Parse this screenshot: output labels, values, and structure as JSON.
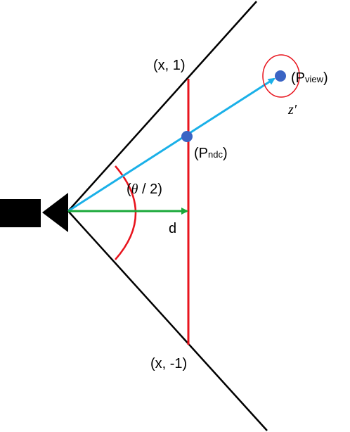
{
  "labels": {
    "top_point": "(x, 1)",
    "bottom_point": "(x, -1)",
    "p_view_open": "(P",
    "p_view_sub": "view",
    "p_view_close": ")",
    "p_ndc_open": "(P",
    "p_ndc_sub": "ndc",
    "p_ndc_close": ")",
    "angle_open": "(",
    "angle_theta": "θ",
    "angle_rest": " / 2)",
    "distance": "d",
    "z_prime": "z′"
  },
  "colors": {
    "frustum": "#000000",
    "near_plane": "#e8141d",
    "ray": "#1ab0e8",
    "distance_arrow": "#1aa83a",
    "point": "#3a64c4",
    "circle": "#e8141d",
    "camera": "#000000"
  }
}
